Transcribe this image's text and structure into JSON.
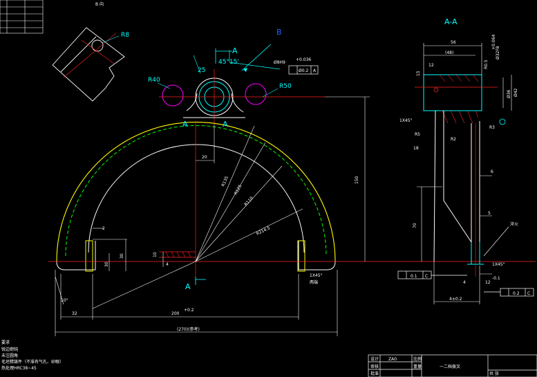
{
  "view_labels": {
    "section": "A-A",
    "section_mark": "A",
    "view_mark": "B",
    "view_b_title": "B 向"
  },
  "dimensions": {
    "r8": "R8",
    "r40": "R40",
    "r50": "R50",
    "angle_45": "45°15'",
    "d25": "25",
    "bore_fit": "Ø8H9",
    "bore_tol": "+0.036",
    "pos_tol": "Ø0.2",
    "pos_datum": "A",
    "width_20": "20",
    "height_150": "150",
    "r135": "R135",
    "r125": "R125",
    "r110": "R110",
    "r2145": "R214.5",
    "d2": "2",
    "d30": "30",
    "d30b": "30",
    "d10": "10",
    "d4": "4",
    "d32": "32",
    "d200": "200",
    "d200_tol": "+0.2",
    "d270": "(270)(参考)",
    "angle_10": "10°",
    "chamfer_1x45": "1X45°",
    "chamfer_note": "两端",
    "s56": "56",
    "s48": "(48)",
    "s_top_r": "R0.5",
    "s_d32": "Ø32F8",
    "s_d32_tol": "+0.064",
    "s_d36": "Ø36",
    "s_d42": "Ø42",
    "s_d15": "15",
    "s_d12": "12",
    "s_1x45_top": "1X45°",
    "s_r5": "R5",
    "s_r2": "R2",
    "s_r3": "R3",
    "s_18": "18",
    "s_6": "6",
    "s_5": "5",
    "s_70": "70",
    "s_1x45_bot": "1X45°",
    "s_4": "4",
    "s_12": "12",
    "s_12_tol": "-0.1",
    "s_4402": "4±0.2",
    "s_flat": "0.1",
    "s_flat_datum": "C",
    "s_par": "0.2",
    "s_par_datum": "C",
    "s_rough_note": "淬火"
  },
  "notes": {
    "heading": "要求",
    "line1": "锐边倒钝",
    "line2": "未注圆角",
    "line3": "毛坯精铸件（不准有气孔、砂眼）",
    "line4": "热处理HRC38~45"
  },
  "title_block": {
    "material": "ZA0",
    "part_name": "一二档拨叉",
    "label_1": "设计",
    "label_2": "审核",
    "label_3": "批准",
    "label_4": "比例",
    "label_5": "重量",
    "label_6": "共 张"
  },
  "colors": {
    "background": "#000000",
    "outline": "#ffffff",
    "dimension": "#00ffff",
    "center_line": "#ff2020",
    "arc_outer": "#ffff00",
    "arc_middle": "#00ff00",
    "hatch": "#ff2020",
    "circle": "#ff00ff",
    "label_blue": "#2a60ff"
  }
}
